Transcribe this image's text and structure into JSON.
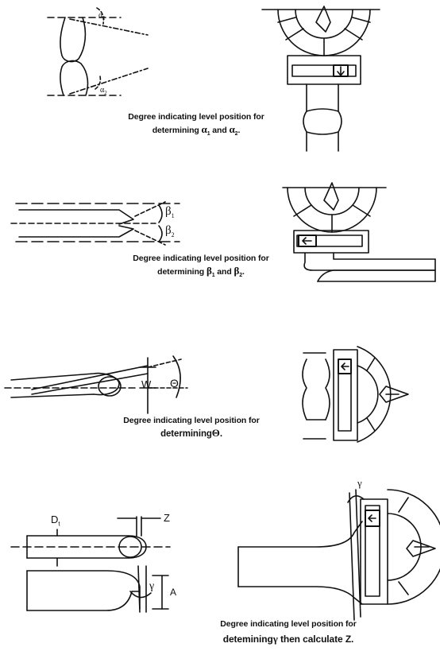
{
  "figures": [
    {
      "caption_line1": "Degree indicating level position for",
      "caption_line2_prefix": "determining ",
      "symbol_a": "α",
      "sub_a": "1",
      "joiner": " and ",
      "symbol_b": "α",
      "sub_b": "2",
      "suffix": ".",
      "labels": {
        "top": "α",
        "top_sub": "1",
        "bottom": "α",
        "bottom_sub": "2"
      }
    },
    {
      "caption_line1": "Degree indicating level position for",
      "caption_line2_prefix": "determining ",
      "symbol_a": "β",
      "sub_a": "1",
      "joiner": " and ",
      "symbol_b": "β",
      "sub_b": "2",
      "suffix": ".",
      "labels": {
        "top": "β",
        "top_sub": "1",
        "bottom": "β",
        "bottom_sub": "2"
      }
    },
    {
      "caption_line1": "Degree indicating level position for",
      "caption_line2_prefix": "determining",
      "symbol_a": "Θ",
      "suffix": ".",
      "labels": {
        "w": "W",
        "theta": "Θ"
      }
    },
    {
      "caption_line1": "Degree indicating level position for",
      "caption_line2_prefix": "detemining",
      "symbol_a": "γ",
      "caption_line2_suffix": " then calculate Z.",
      "labels": {
        "dt": "D",
        "dt_sub": "t",
        "z": "Z",
        "a": "A",
        "gamma": "γ",
        "gamma_top": "γ"
      }
    }
  ]
}
